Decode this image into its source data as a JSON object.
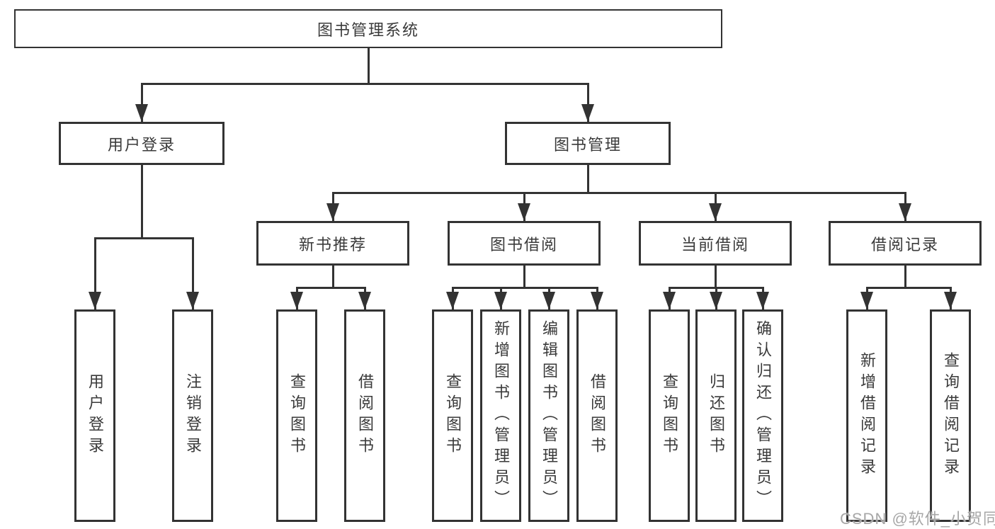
{
  "colors": {
    "line": "#333333",
    "text": "#3a3a3a",
    "watermark": "#a7a7a7",
    "background": "#ffffff"
  },
  "nodes": {
    "root": "图书管理系统",
    "user_login": "用户登录",
    "book_management": "图书管理",
    "new_book_recommend": "新书推荐",
    "book_borrowing": "图书借阅",
    "current_borrowing": "当前借阅",
    "borrowing_records": "借阅记录",
    "leaves": {
      "user_login": [
        "用户登录",
        "注销登录"
      ],
      "new_book_recommend": [
        "查询图书",
        "借阅图书"
      ],
      "book_borrowing": [
        "查询图书",
        "新增图书（管理员）",
        "编辑图书（管理员）",
        "借阅图书"
      ],
      "current_borrowing": [
        "查询图书",
        "归还图书",
        "确认归还（管理员）"
      ],
      "borrowing_records": [
        "新增借阅记录",
        "查询借阅记录"
      ]
    }
  },
  "watermark": {
    "text": "CSDN @软件_小贺同学"
  }
}
